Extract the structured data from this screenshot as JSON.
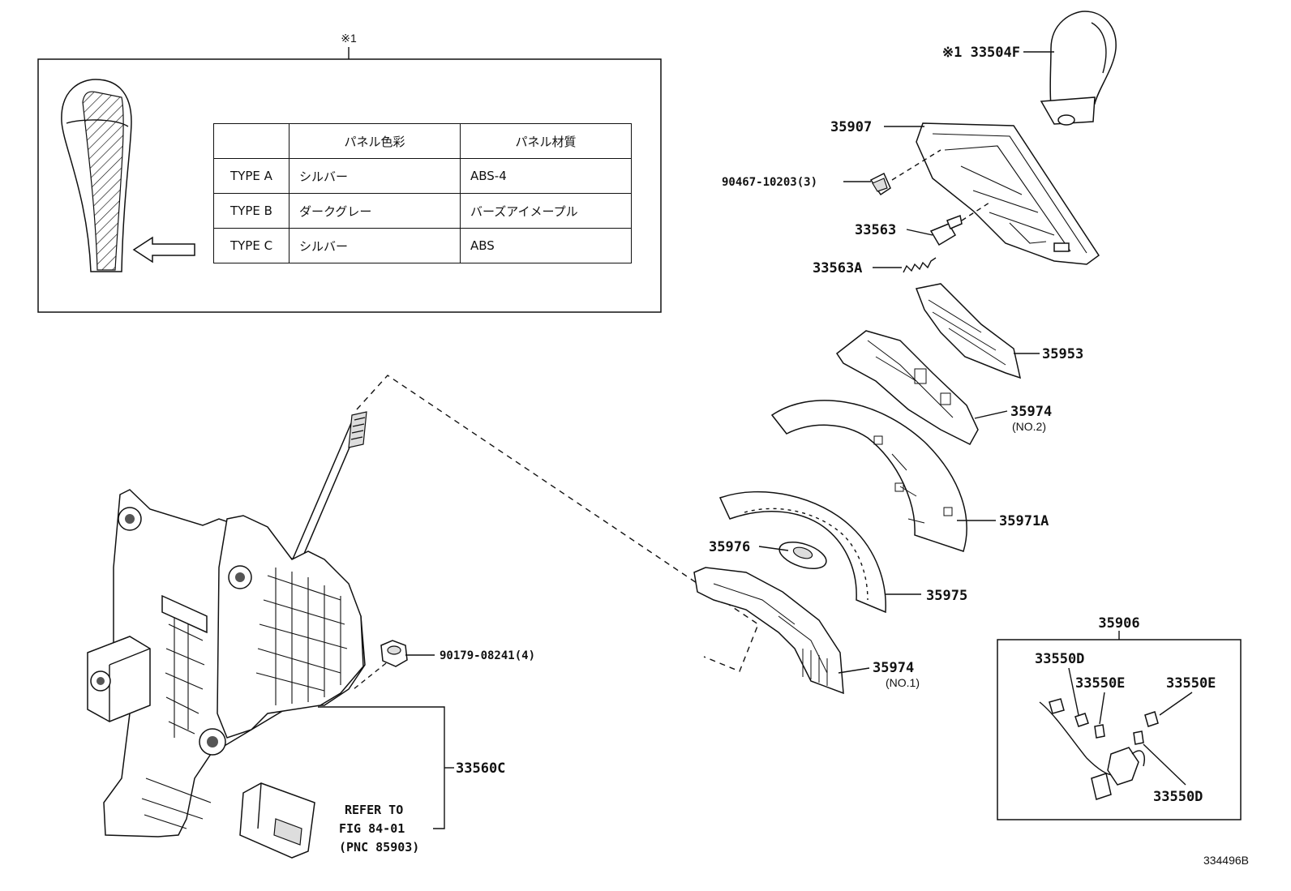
{
  "inset": {
    "marker": "※1",
    "table": {
      "headers": [
        "",
        "パネル色彩",
        "パネル材質"
      ],
      "rows": [
        [
          "TYPE A",
          "シルバー",
          "ABS-4"
        ],
        [
          "TYPE B",
          "ダークグレー",
          "バーズアイメープル"
        ],
        [
          "TYPE C",
          "シルバー",
          "ABS"
        ]
      ]
    }
  },
  "parts": {
    "shift_knob": {
      "marker": "※1",
      "number": "33504F"
    },
    "p35907": "35907",
    "p90467": "90467-10203(3)",
    "p33563": "33563",
    "p33563a": "33563A",
    "p35953": "35953",
    "p35974_no2": {
      "number": "35974",
      "sub": "(NO.2)"
    },
    "p35971a": "35971A",
    "p35976": "35976",
    "p35975": "35975",
    "p35974_no1": {
      "number": "35974",
      "sub": "(NO.1)"
    },
    "p90179": "90179-08241(4)",
    "p33560c": "33560C",
    "refer": [
      "REFER TO",
      "FIG 84-01",
      "(PNC 85903)"
    ],
    "wire_group": {
      "number": "35906",
      "d_top": "33550D",
      "e_mid": "33550E",
      "e_right": "33550E",
      "d_bottom": "33550D"
    }
  },
  "figure_id": "334496B"
}
